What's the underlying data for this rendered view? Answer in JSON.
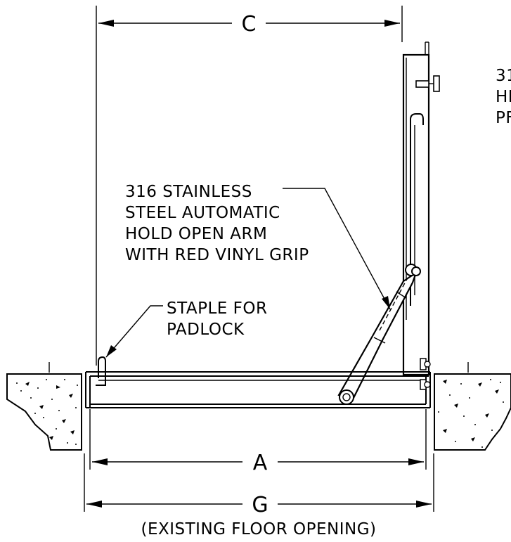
{
  "labels": {
    "dim_c": "C",
    "dim_a": "A",
    "dim_g": "G",
    "existing_opening": "(EXISTING FLOOR OPENING)",
    "arm_line1": "316 STAINLESS",
    "arm_line2": "STEEL AUTOMATIC",
    "arm_line3": "HOLD OPEN ARM",
    "arm_line4": "WITH RED VINYL GRIP",
    "staple_line1": "STAPLE FOR",
    "staple_line2": "PADLOCK",
    "hinge_line1": "31",
    "hinge_line2": "HI",
    "hinge_line3": "PF"
  }
}
